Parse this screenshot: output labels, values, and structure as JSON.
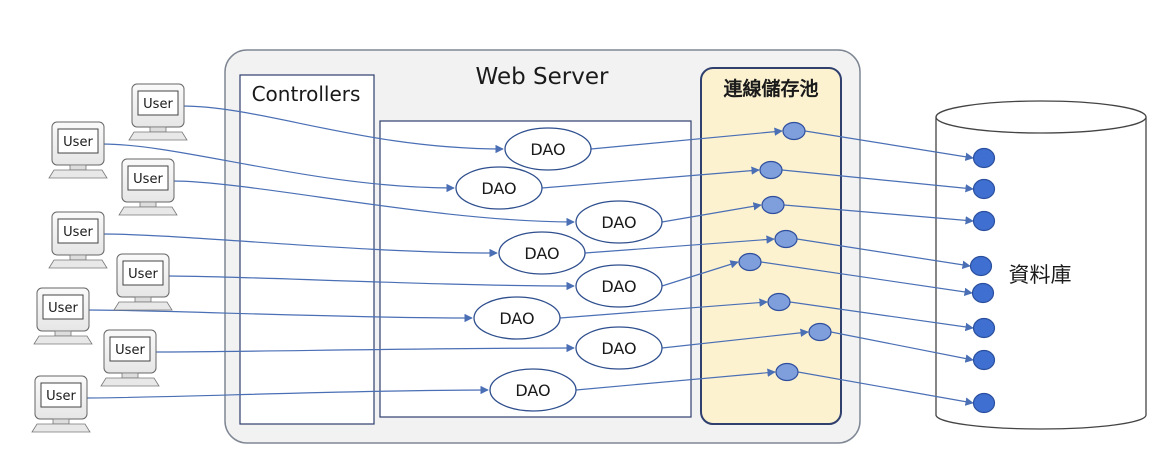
{
  "web_server": {
    "title": "Web Server"
  },
  "controllers": {
    "label": "Controllers"
  },
  "pool": {
    "label": "連線儲存池"
  },
  "database": {
    "label": "資料庫"
  },
  "user_label": "User",
  "dao_label": "DAO",
  "colors": {
    "server_bg": "#f2f2f2",
    "server_border": "#7f8794",
    "pool_bg": "#fdf2d0",
    "pool_border": "#2f3f6e",
    "node_fill": "#7f9fdc",
    "node_stroke": "#2f4f9e",
    "line": "#4a6fb5"
  }
}
